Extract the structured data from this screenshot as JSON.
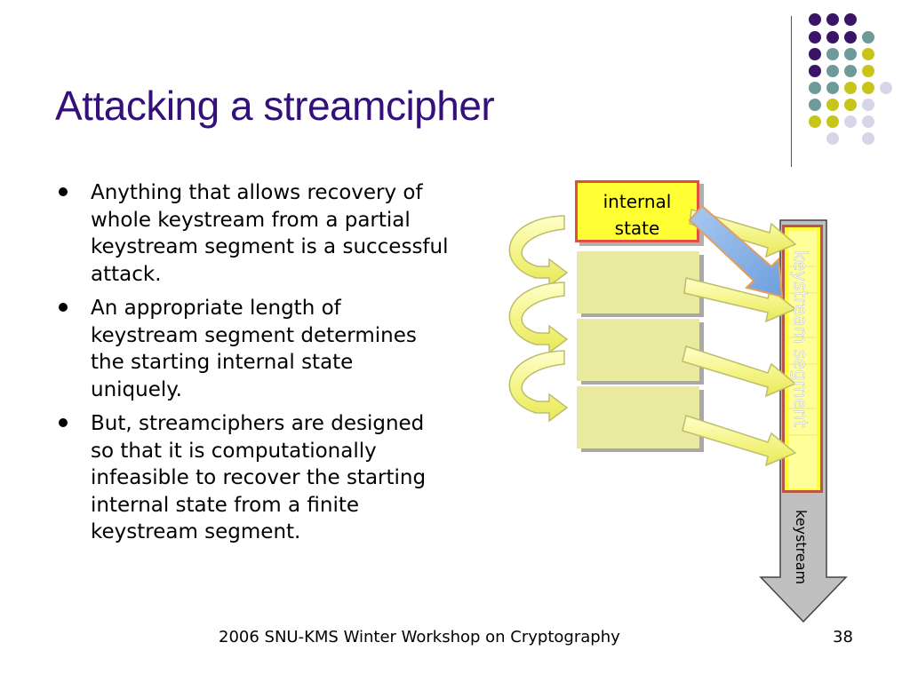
{
  "slide": {
    "title": "Attacking a streamcipher",
    "bullets": [
      "Anything that allows recovery of whole keystream from a partial keystream segment is a successful attack.",
      "An appropriate length of keystream segment determines the starting internal state uniquely.",
      "But, streamciphers are designed so that it is computationally infeasible to recover the starting internal state from a finite keystream segment."
    ],
    "footer": "2006 SNU-KMS Winter Workshop on Cryptography",
    "page_number": "38"
  },
  "diagram": {
    "internal_state_label_line1": "internal",
    "internal_state_label_line2": "state",
    "keystream_segment_label": "keystream segment",
    "keystream_label": "keystream"
  },
  "colors": {
    "title": "#33107a",
    "dot_purple": "#3b1467",
    "dot_teal": "#6f9a9a",
    "dot_olive": "#c8c41a",
    "dot_lavender": "#d6d6e8",
    "box_yellow": "#ffff33",
    "box_pale": "#e9e9a0",
    "arrow_gray": "#c0c0c0",
    "arrow_blue": "#8cb4e8"
  }
}
